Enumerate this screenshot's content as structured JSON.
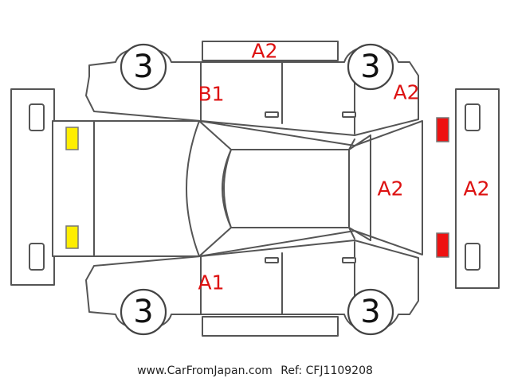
{
  "colors": {
    "outline": "#555555",
    "damage_label": "#dd1111",
    "front_lights": "#ffee00",
    "rear_lights": "#ee1111"
  },
  "tires": {
    "front_left_grade": "3",
    "rear_left_grade": "3",
    "front_right_grade": "3",
    "rear_right_grade": "3"
  },
  "damage_marks": {
    "right_panel": "A2",
    "right_front_door": "B1",
    "right_rear_quarter": "A2",
    "trunk_lid": "A2",
    "rear_bumper": "A2",
    "left_front_door": "A1"
  },
  "footer": {
    "site": "www.CarFromJapan.com",
    "ref": "Ref: CFJ1109208"
  }
}
